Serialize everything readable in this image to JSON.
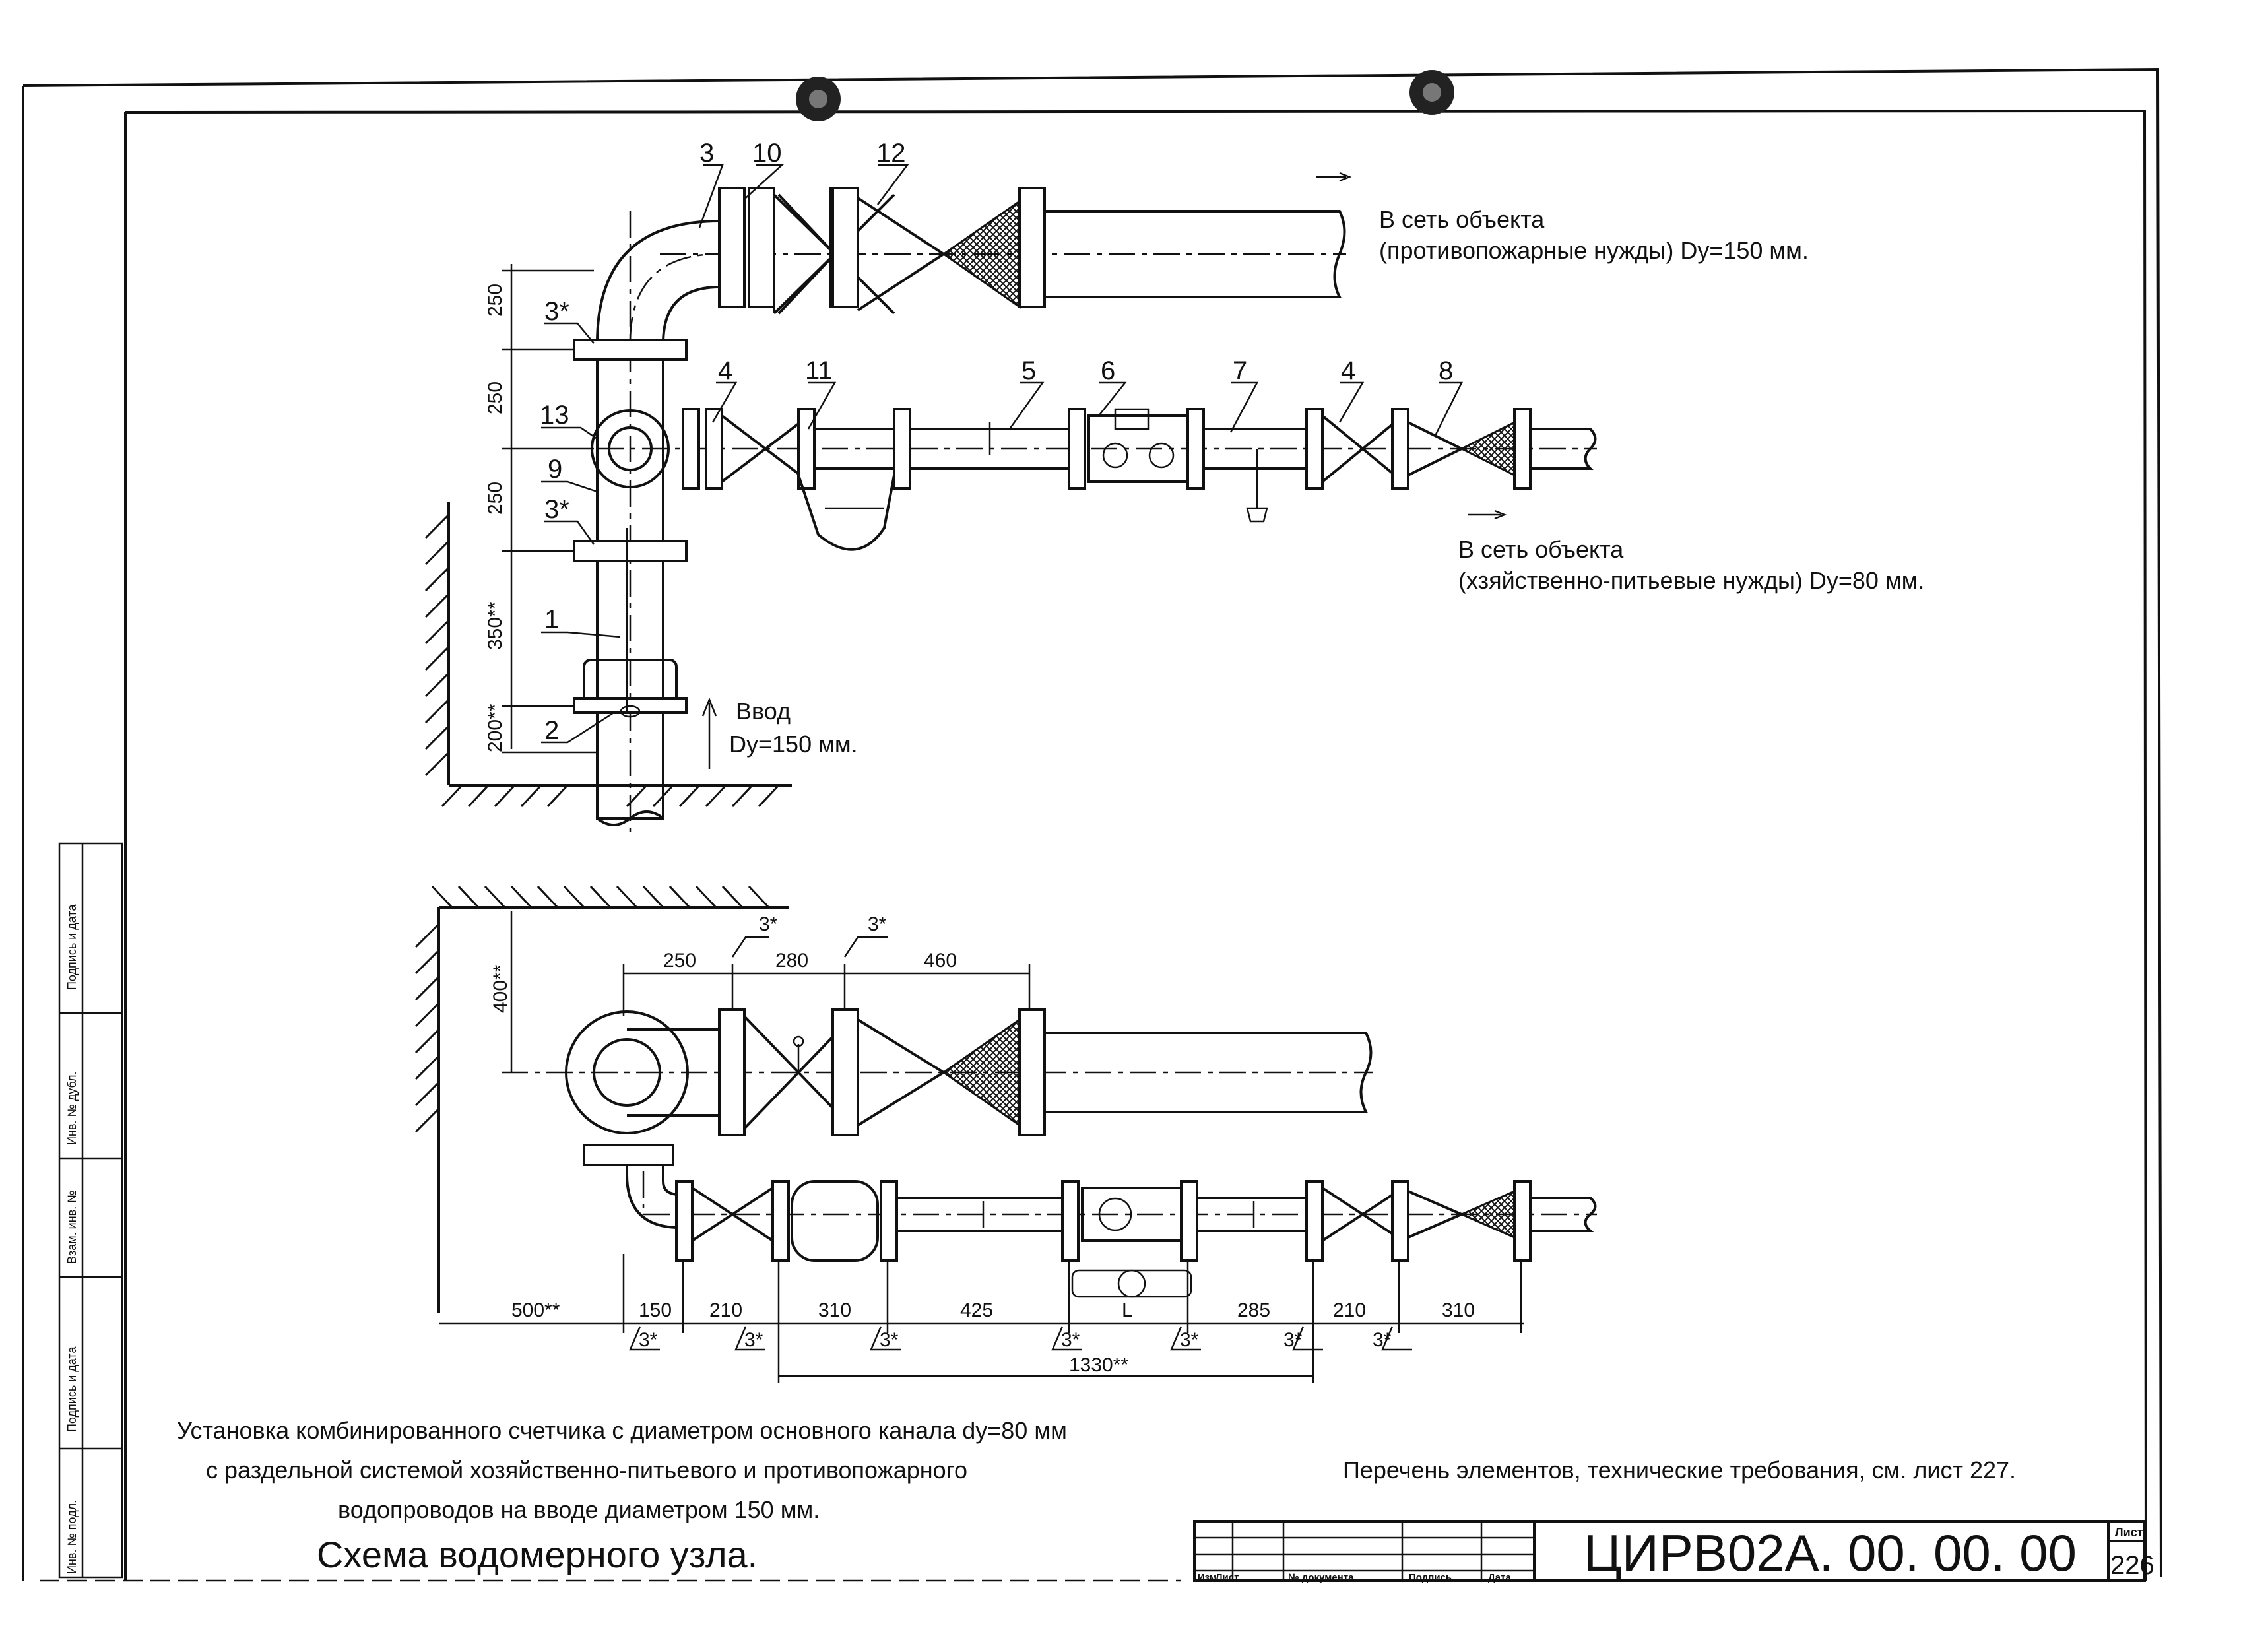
{
  "drawing": {
    "title": "Схема водомерного узла.",
    "caption_lines": [
      "Установка комбинированного счетчика с диаметром основного канала dy=80 мм",
      "с раздельной  системой хозяйственно-питьевого и противопожарного",
      "водопроводов на вводе диаметром 150 мм."
    ],
    "reference_note": "Перечень элементов, технические требования, см. лист 227.",
    "outlet_fire": [
      "В сеть объекта",
      "(противопожарные нужды) Dy=150 мм."
    ],
    "outlet_domestic": [
      "В сеть объекта",
      "(хзяйственно-питьевые нужды) Dy=80 мм."
    ],
    "inlet": [
      "Ввод",
      "Dy=150 мм."
    ],
    "positions": [
      "3",
      "10",
      "12",
      "3*",
      "4",
      "11",
      "5",
      "6",
      "7",
      "4",
      "8",
      "13",
      "9",
      "3*",
      "1",
      "2"
    ],
    "elevation_dims": [
      "250",
      "250",
      "250",
      "350**",
      "200**"
    ],
    "plan_dims_top": [
      "400**",
      "250",
      "280",
      "460"
    ],
    "plan_flange_marks": [
      "3*",
      "3*"
    ],
    "plan_dims_bottom": [
      "500**",
      "150",
      "210",
      "310",
      "425",
      "L",
      "285",
      "210",
      "310"
    ],
    "plan_marks_bottom": [
      "3*",
      "3*",
      "3*",
      "3*",
      "3*",
      "3*",
      "3*"
    ],
    "plan_total": "1330**"
  },
  "side_stamp": [
    "Подпись и дата",
    "Инв. № дубл.",
    "Взам. инв. №",
    "Подпись и дата",
    "Инв. № подл."
  ],
  "title_block": {
    "columns": [
      "Изм",
      "Лист",
      "№ документа",
      "Подпись",
      "Дата"
    ],
    "designation": "ЦИРВ02А. 00. 00. 00",
    "sheet_label": "Лист",
    "sheet_number": "226"
  }
}
